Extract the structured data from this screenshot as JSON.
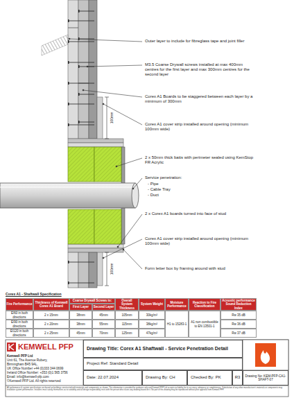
{
  "diagram": {
    "nodes": [
      {
        "text": [
          "Drawing Title: Corex A1 Shaftwall - Service Penetration Detail"
        ]
      },
      {
        "text": [
          "Project Ref: Standard Detail"
        ]
      },
      {
        "text": [
          "Date: 22.07.2024"
        ]
      },
      {
        "text": [
          "Drawing By: CH"
        ]
      },
      {
        "text": [
          "Checked By: PK"
        ]
      },
      {
        "text": [
          "R3"
        ]
      },
      {
        "text": [
          "Drawing No: KEM-PFP-CA1-SHAFT-07"
        ]
      }
    ],
    "labels": [
      "Outer layer to include for fibreglass tape and joint filler",
      "M3.5 Coarse Drywall screws installed at max 400mm centres for the first layer and max 300mm centres for the second layer",
      "Corex A1 Boards to be staggered between each layer by a minimum of 300mm",
      "100mm",
      "Corex A1 cover strip installed around opening (minimum 100mm wide)",
      "2 x 50mm thick batts with perimeter sealed using KemStop FR Acrylic",
      "Service penetration:",
      "- Pipe",
      "- Cable Tray",
      "- Duct",
      "2 x Corex A1 boards turned into face of stud",
      "100mm",
      "Corex A1 cover strip installed around opening (minimum 100mm wide)",
      "Form letter box by framing around with stud",
      "Corex A1 - Shaftwall Specification",
      "Fire Performance",
      "Thickness of Kemwell Corex A1 Board",
      "Coarse Drywall Screws to:",
      "First Layer",
      "Second Layer",
      "Overall System Thickness",
      "System Weight",
      "Moisture Performance",
      "Reaction to Fire Classification",
      "Acoustic performance Sound Reduction Index",
      "EI60 in both directions",
      "2 x 15mm",
      "38mm",
      "45mm",
      "105mm",
      "30kg/m²",
      "H1 to 15283-1",
      "A1 non combustible to EN 13501-1",
      "Rw 35 dB",
      "EI90 in both directions",
      "2 x 20mm",
      "38mm",
      "55mm",
      "115mm",
      "38kg/m²",
      "Rw 36 dB",
      "EI120 in both directions",
      "2 x 25mm",
      "45mm",
      "70mm",
      "125mm",
      "47kg/m²",
      "Rw 37 dB",
      "KEMWELL PFP",
      "Kemwell PFP Ltd",
      "Unit 61, The Avenue Rubery,",
      "Birmingham B45 9AL,",
      "UK Office Number +44 (0)333 344 0699",
      "Ireland Office Number: +353 (0)1 565 3756",
      "Email: info@kemwell-pfp.com",
      "©Kemwell PFP Ltd. All rights reserved",
      "All performance & system specifications are based on buildings constructed with materials and components as shown. This information is provided for guidance only and Kemwell PFP Ltd accepts no liability for its accuracy, adequacy or completeness. Substitution of any other manufacturer's materials or components may invalidate system performance. Installers must satisfy themselves as to suitability and all design responsibility rests with the person who issues any drawing based on it. No part of this drawing may be reproduced without prior approval from Kemwell PFP."
    ]
  }
}
